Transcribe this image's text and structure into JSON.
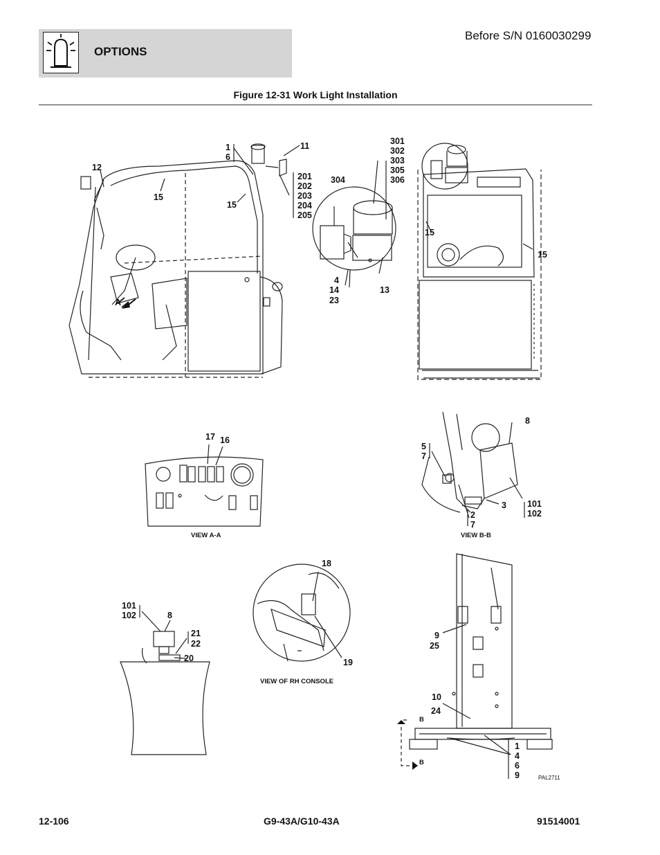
{
  "header": {
    "section": "OPTIONS",
    "serial_note": "Before S/N 0160030299",
    "icon": "work-light-icon"
  },
  "figure": {
    "title": "Figure 12-31 Work Light Installation",
    "id_code": "PAL2711"
  },
  "views": {
    "a": "VIEW A-A",
    "b": "VIEW B-B",
    "rh_console": "VIEW OF RH CONSOLE"
  },
  "callouts": {
    "cab_12": "12",
    "cab_15_left": "15",
    "cab_15_right": "15",
    "cab_1": "1",
    "cab_6": "6",
    "cab_11": "11",
    "cab_group_200": [
      "201",
      "202",
      "203",
      "204",
      "205"
    ],
    "light_304": "304",
    "light_group_300": [
      "301",
      "302",
      "303",
      "305",
      "306"
    ],
    "light_group_4": [
      "4",
      "14",
      "23"
    ],
    "light_13": "13",
    "rear_15_left": "15",
    "rear_15_right": "15",
    "a_17": "17",
    "a_16": "16",
    "section_a_marker": "A",
    "b_8": "8",
    "b_group_5": [
      "5",
      "7"
    ],
    "b_3": "3",
    "b_group_101": [
      "101",
      "102"
    ],
    "b_group_2": [
      "2",
      "7"
    ],
    "rh_18": "18",
    "rh_19": "19",
    "box_group_101": [
      "101",
      "102"
    ],
    "box_8": "8",
    "box_group_21": [
      "21",
      "22"
    ],
    "box_20": "20",
    "frame_group_9": [
      "9",
      "25"
    ],
    "frame_10": "10",
    "frame_24": "24",
    "frame_b_top": "B",
    "frame_b_bottom": "B",
    "frame_group_1": [
      "1",
      "4",
      "6",
      "9"
    ]
  },
  "footer": {
    "page": "12-106",
    "model": "G9-43A/G10-43A",
    "doc_number": "91514001"
  }
}
